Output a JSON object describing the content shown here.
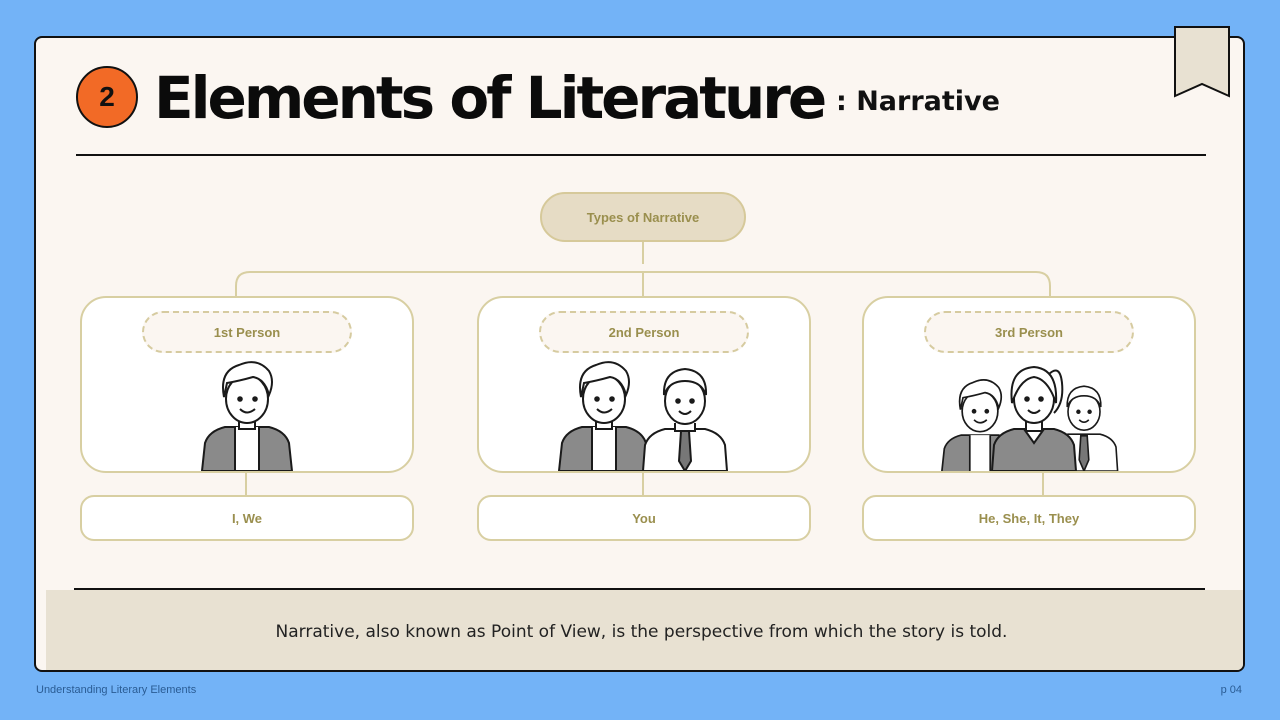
{
  "header": {
    "number": "2",
    "title": "Elements of Literature",
    "subtitle": ": Narrative"
  },
  "diagram": {
    "root": "Types of Narrative",
    "branches": [
      {
        "label": "1st Person",
        "pronouns": "I, We",
        "figure_icons": [
          "person-icon"
        ]
      },
      {
        "label": "2nd Person",
        "pronouns": "You",
        "figure_icons": [
          "person-icon",
          "person-with-tie-icon"
        ]
      },
      {
        "label": "3rd Person",
        "pronouns": "He, She, It, They",
        "figure_icons": [
          "person-icon",
          "woman-icon",
          "person-with-tie-icon"
        ]
      }
    ]
  },
  "caption": "Narrative, also known as Point of View, is the perspective from which the story is told.",
  "footer": {
    "left": "Understanding Literary Elements",
    "right": "p 04"
  },
  "colors": {
    "background": "#73b3f7",
    "card": "#fbf6f1",
    "accent_badge": "#f26a26",
    "node_fill": "#e6dcc5",
    "node_border": "#d8cfa2",
    "node_text": "#9a8f4e",
    "caption_band": "#e8e1d2"
  }
}
